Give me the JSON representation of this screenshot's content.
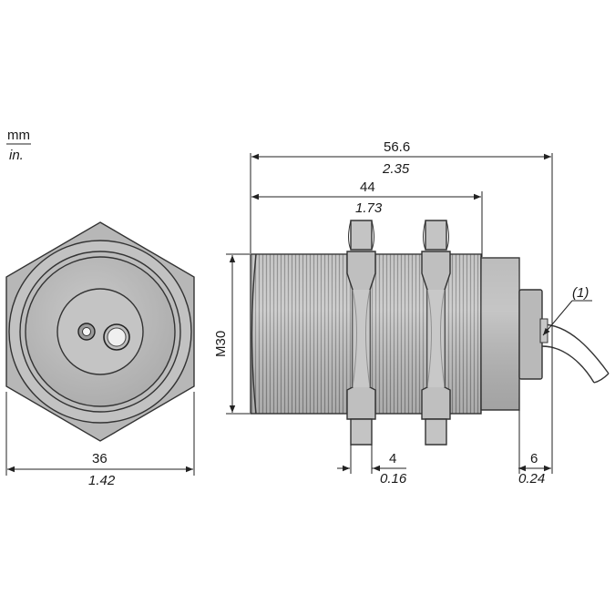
{
  "units": {
    "top": "mm",
    "bottom": "in."
  },
  "overall_length": {
    "mm": "56.6",
    "in": "2.35"
  },
  "body_length": {
    "mm": "44",
    "in": "1.73"
  },
  "thread": "M30",
  "hex_width": {
    "mm": "36",
    "in": "1.42"
  },
  "nut_thickness": {
    "mm": "4",
    "in": "0.16"
  },
  "cable_exit": {
    "mm": "6",
    "in": "0.24"
  },
  "callout": "(1)",
  "colors": {
    "body": "#b9b9b9",
    "line": "#333333"
  }
}
